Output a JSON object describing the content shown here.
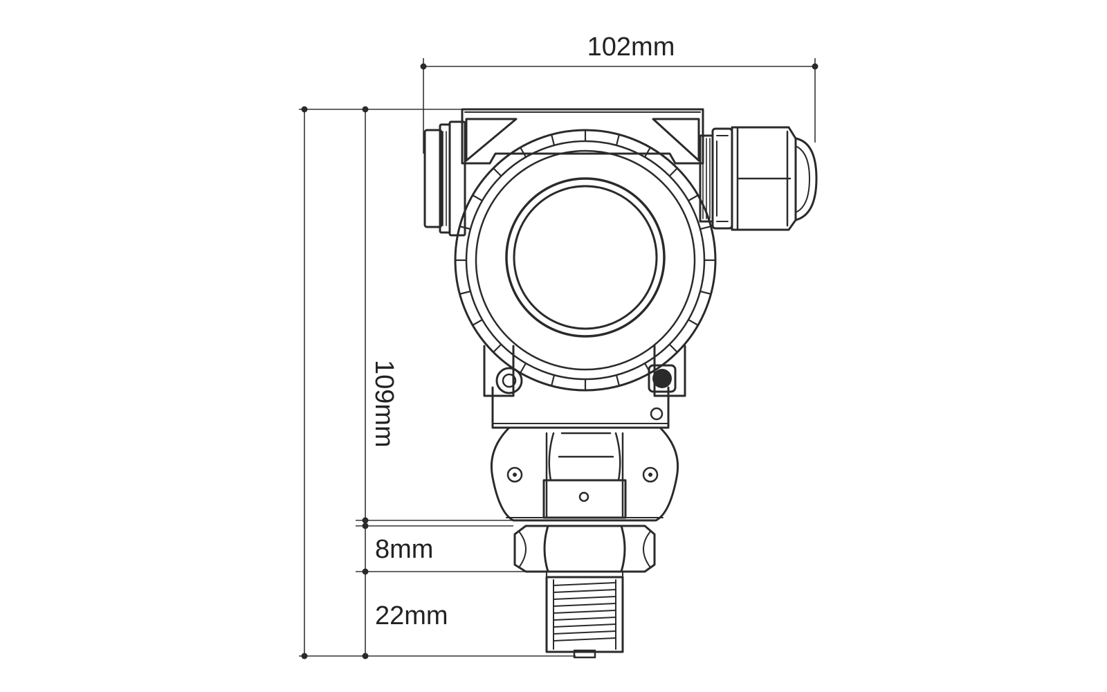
{
  "dimensions": {
    "width_top": "102mm",
    "height_total": "109mm",
    "hex_nut_height": "8mm",
    "thread_length": "22mm"
  },
  "colors": {
    "line": "#2a2a2a",
    "text": "#222222",
    "background": "#ffffff"
  }
}
